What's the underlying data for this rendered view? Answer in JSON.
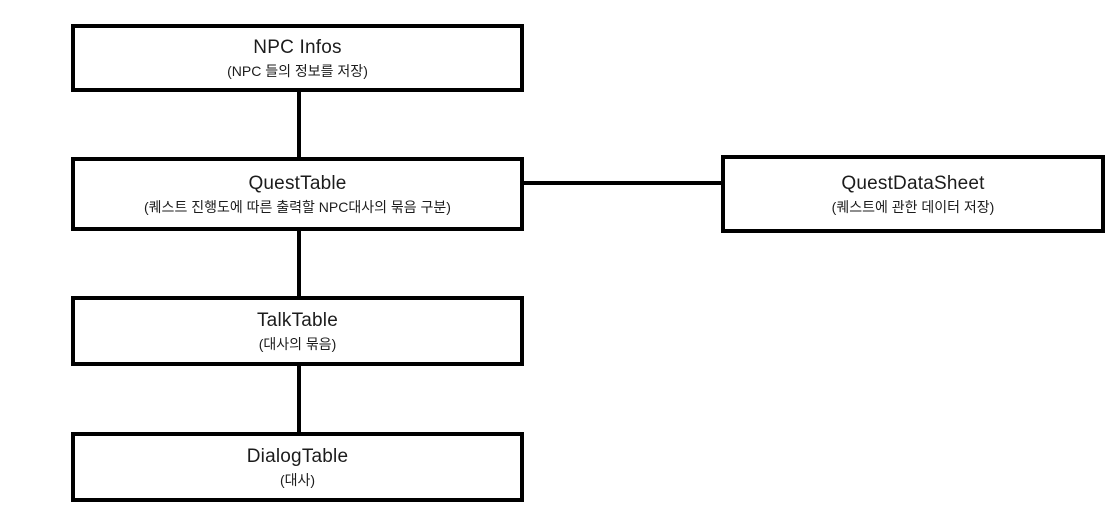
{
  "diagram": {
    "type": "flow-diagram",
    "background_color": "#ffffff",
    "line_color": "#000000",
    "text_color": "#1c1c1c",
    "nodes": [
      {
        "id": "npc-infos",
        "title": "NPC Infos",
        "subtitle": "(NPC 들의 정보를 저장)"
      },
      {
        "id": "quest-table",
        "title": "QuestTable",
        "subtitle": "(퀘스트 진행도에 따른 출력할 NPC대사의 묶음 구분)"
      },
      {
        "id": "talk-table",
        "title": "TalkTable",
        "subtitle": "(대사의 묶음)"
      },
      {
        "id": "dialog-table",
        "title": "DialogTable",
        "subtitle": "(대사)"
      },
      {
        "id": "quest-datasheet",
        "title": "QuestDataSheet",
        "subtitle": "(퀘스트에 관한 데이터 저장)"
      }
    ],
    "connectors": [
      {
        "id": "npc-to-quest",
        "from": "npc-infos",
        "to": "quest-table",
        "orientation": "vertical"
      },
      {
        "id": "quest-to-talk",
        "from": "quest-table",
        "to": "talk-table",
        "orientation": "vertical"
      },
      {
        "id": "talk-to-dialog",
        "from": "talk-table",
        "to": "dialog-table",
        "orientation": "vertical"
      },
      {
        "id": "quest-to-sheet",
        "from": "quest-table",
        "to": "quest-datasheet",
        "orientation": "horizontal"
      }
    ]
  }
}
